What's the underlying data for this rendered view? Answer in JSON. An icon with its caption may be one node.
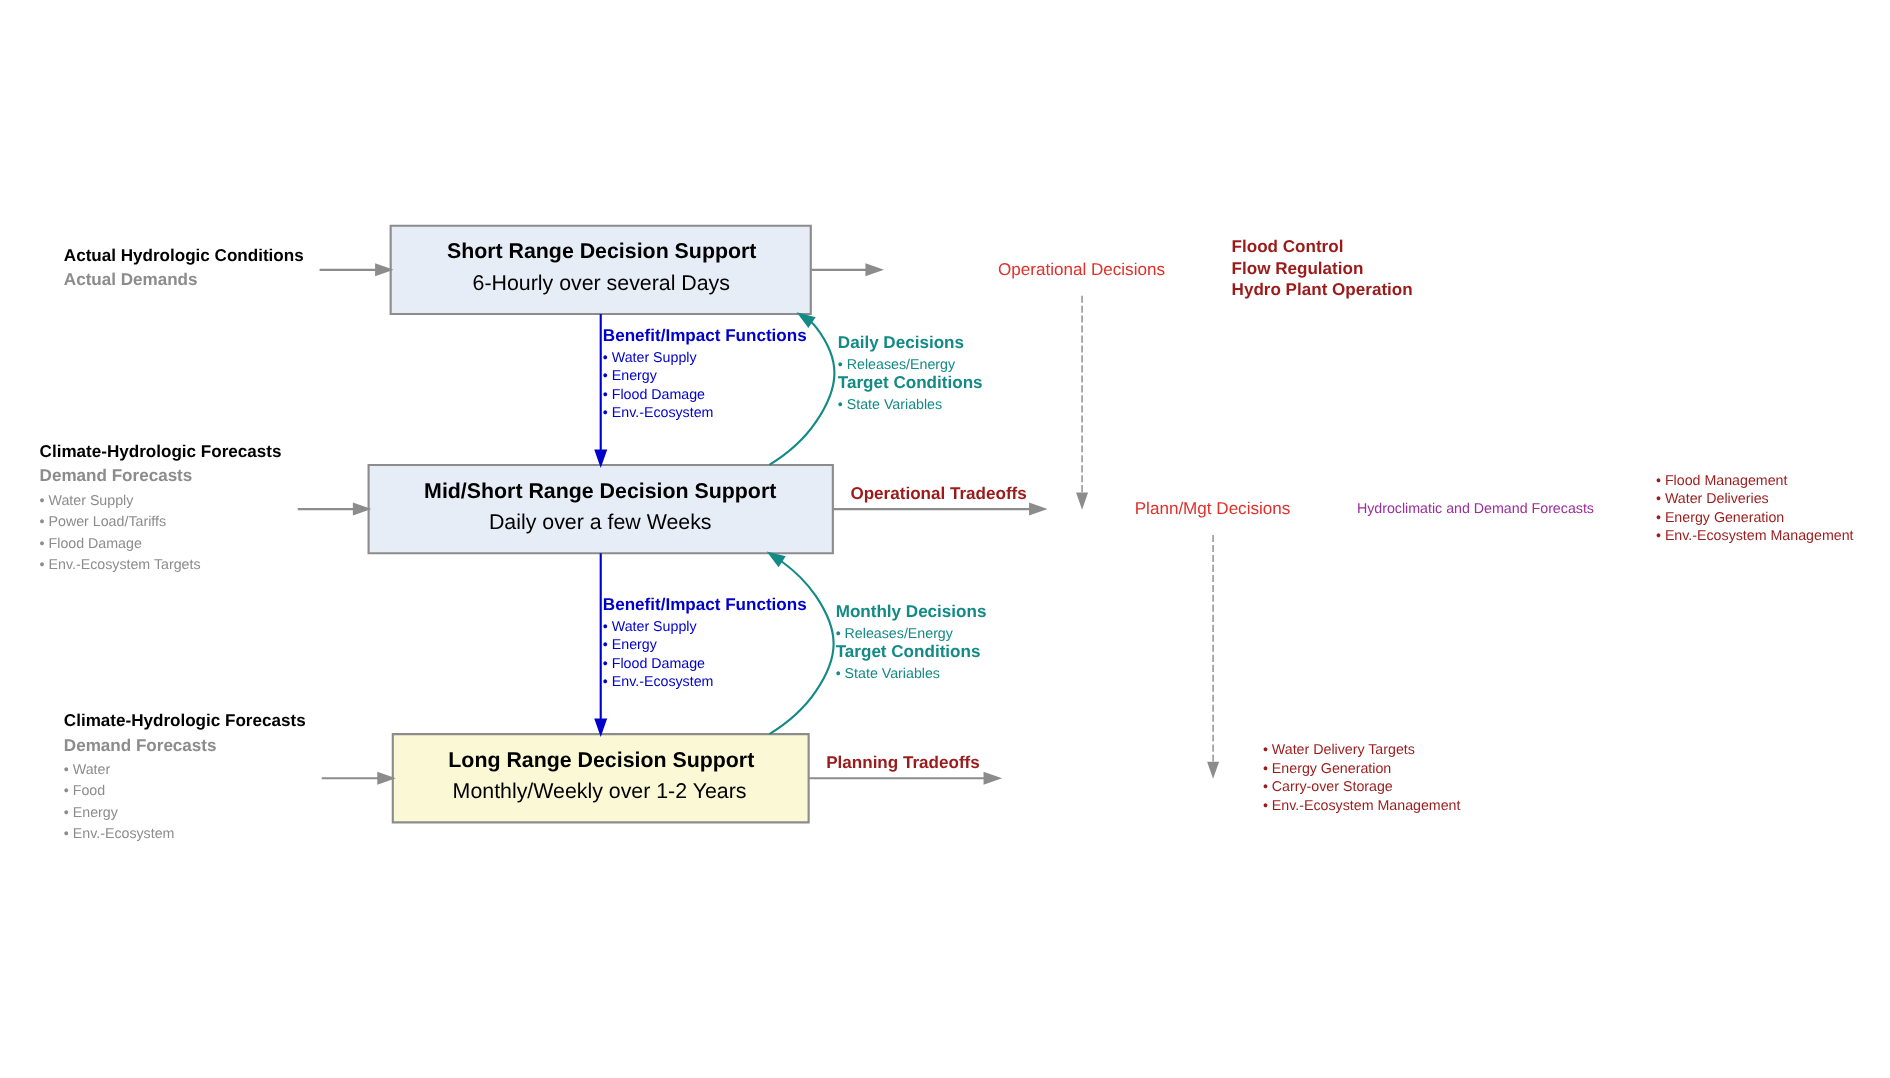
{
  "diagram": {
    "nodes": [
      {
        "text": [
          "Short Range Decision Support",
          "6-Hourly over several Days"
        ]
      },
      {
        "text": [
          "Mid/Short Range Decision Support",
          "Daily over a few Weeks"
        ]
      },
      {
        "text": [
          "Long Range Decision Support",
          "Monthly/Weekly over 1-2 Years"
        ]
      },
      {
        "text": [
          "Actual Hydrologic Conditions",
          "Actual Demands"
        ]
      },
      {
        "text": [
          "Climate-Hydrologic Forecasts",
          "Demand Forecasts",
          "• Water Supply",
          "• Power Load/Tariffs",
          "• Flood Damage",
          "• Env.-Ecosystem Targets"
        ]
      },
      {
        "text": [
          "Climate-Hydrologic Forecasts",
          "Demand Forecasts",
          "• Water",
          "• Food",
          "• Energy",
          "• Env.-Ecosystem"
        ]
      },
      {
        "text": [
          "Operational Decisions"
        ]
      },
      {
        "text": [
          "Plann/Mgt Decisions"
        ]
      }
    ],
    "edges": [
      {
        "from": 3,
        "to": 0,
        "arrow": "to"
      },
      {
        "from": 4,
        "to": 1,
        "arrow": "to"
      },
      {
        "from": 5,
        "to": 2,
        "arrow": "to"
      },
      {
        "from": 0,
        "to": null,
        "arrow": "to"
      },
      {
        "from": 1,
        "to": null,
        "arrow": "to",
        "label": "Operational Tradeoffs"
      },
      {
        "from": 2,
        "to": null,
        "arrow": "to",
        "label": "Planning Tradeoffs"
      },
      {
        "from": 0,
        "to": 1,
        "arrow": "to",
        "color": "#0000cc"
      },
      {
        "from": 1,
        "to": 0,
        "arrow": "to",
        "color": "#138a86"
      },
      {
        "from": 1,
        "to": 2,
        "arrow": "to",
        "color": "#0000cc"
      },
      {
        "from": 2,
        "to": 1,
        "arrow": "to",
        "color": "#138a86"
      },
      {
        "from": 6,
        "to": null,
        "arrow": "to",
        "style": "dashed"
      },
      {
        "from": 7,
        "to": null,
        "arrow": "to",
        "style": "dashed"
      }
    ],
    "labels": [
      "Hydroclimatic and Demand Forecasts",
      "Flood Control",
      "Flow Regulation",
      "Hydro Plant Operation",
      "Benefit/Impact Functions",
      "• Water Supply",
      "• Energy",
      "• Flood Damage",
      "• Env.-Ecosystem",
      "Daily Decisions",
      "• Releases/Energy",
      "Target Conditions",
      "• State Variables",
      "• Flood Management",
      "• Water Deliveries",
      "• Energy Generation",
      "• Env.-Ecosystem Management",
      "Benefit/Impact Functions",
      "• Water Supply",
      "• Energy",
      "• Flood Damage",
      "• Env.-Ecosystem",
      "Monthly Decisions",
      "• Releases/Energy",
      "Target Conditions",
      "• State Variables",
      "• Water Delivery Targets",
      "• Energy Generation",
      "• Carry-over Storage",
      "• Env.-Ecosystem Management"
    ]
  }
}
